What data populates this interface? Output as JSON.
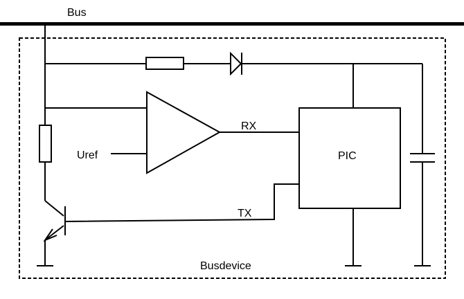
{
  "labels": {
    "bus": "Bus",
    "rx": "RX",
    "tx": "TX",
    "uref": "Uref",
    "pic": "PIC",
    "busdevice": "Busdevice"
  }
}
